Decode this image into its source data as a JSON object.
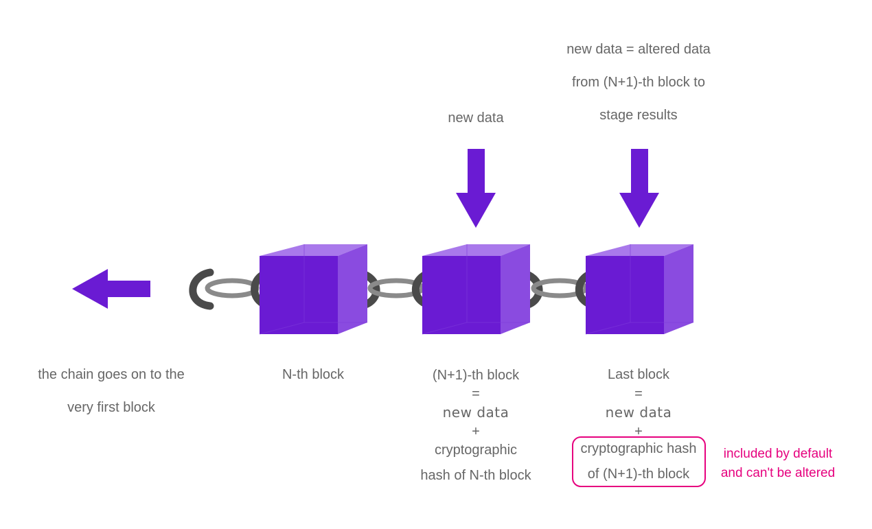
{
  "top_labels": {
    "last_block_input": [
      "new data = altered data",
      "from (N+1)-th block to",
      "stage results"
    ],
    "middle_block_input": "new data"
  },
  "blocks": [
    {
      "name": "n-th-block",
      "lines": [
        "N-th block"
      ]
    },
    {
      "name": "n-plus-1-block",
      "lines": [
        "(N+1)-th block",
        "=",
        "new data",
        "+",
        "cryptographic",
        "hash of N-th block"
      ]
    },
    {
      "name": "last-block",
      "lines": [
        "Last block",
        "=",
        "new data",
        "+",
        "cryptographic hash",
        "of (N+1)-th block"
      ]
    }
  ],
  "chain_start_label": [
    "the chain goes on to the",
    "very first block"
  ],
  "callout": {
    "text": [
      "included by default",
      "and can't be altered"
    ],
    "color": "#e6007e"
  },
  "colors": {
    "block_front": "#6a1bd3",
    "block_side": "#8a4be0",
    "block_top": "#9a62e8",
    "arrow": "#6a1bd3",
    "chain_dark": "#4a4a4a",
    "chain_light": "#8a8a8a",
    "text": "#666666"
  }
}
